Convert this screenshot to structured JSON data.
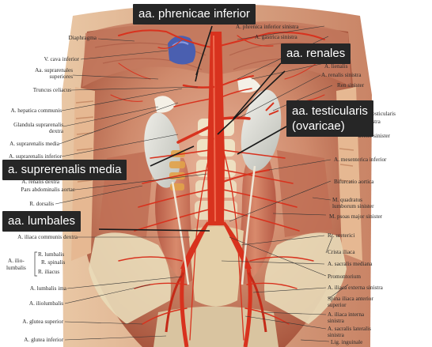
{
  "callouts": {
    "phrenicae": "aa. phrenicae inferior",
    "renales": "aa. renales",
    "testicularis_1": "aa. testicularis",
    "testicularis_2": "(ovaricae)",
    "suprarenalis_media": "a. suprerenalis media",
    "lumbales": "aa. lumbales"
  },
  "labels_left": [
    "Diaphragma",
    "V. cava inferior",
    "Aa. suprarenales",
    "superiores",
    "Truncus celiacus",
    "A. hepatica communis",
    "Glandula suprarenalis",
    "dextra",
    "A. suprarenalis media",
    "A. suprarenalis inferior",
    "A. renalis dextra",
    "Pars abdominalis aortae",
    "R. dorsalis",
    "A. iliaca communis dextra",
    "R. lumbalis",
    "A. ilio-",
    "R. spinalis",
    "lumbalis",
    "R. iliacus",
    "A. lumbalis ima",
    "A. iliolumbalis",
    "A. glutea superior",
    "A. glutea inferior"
  ],
  "labels_right": [
    "A. phrenica inferior sinistra",
    "A. gastrica sinistra",
    "A. lienalis",
    "A. renalis sinistra",
    "Ren sinister",
    "A. testicularis",
    "sinistra",
    "Ureter sinister",
    "A. mesenterica inferior",
    "Bifurcatio aortica",
    "M. quadratus",
    "lumborum sinister",
    "M. psoas major sinister",
    "Rr. ureterici",
    "Crista iliaca",
    "A. sacralis mediana",
    "Promontorium",
    "A. iliaca externa sinistra",
    "Spina iliaca anterior",
    "superior",
    "A. iliaca interna",
    "sinistra",
    "A. sacralis lateralis",
    "sinistra",
    "Lig. inguinale"
  ],
  "colors": {
    "artery": "#d8321e",
    "muscle": "#c9735a",
    "callout_bg": "#262626",
    "callout_text": "#ffffff"
  }
}
